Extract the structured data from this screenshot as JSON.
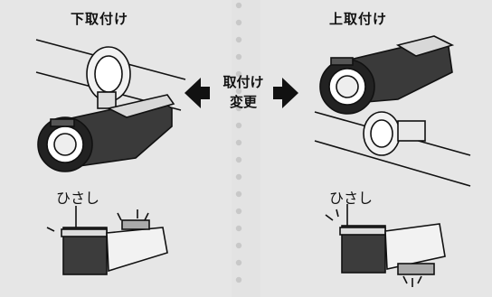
{
  "left": {
    "title": "下取付け",
    "visor_label": "ひさし"
  },
  "right": {
    "title": "上取付け",
    "visor_label": "ひさし"
  },
  "center": {
    "line1": "取付け",
    "line2": "変更"
  },
  "colors": {
    "background": "#e6e6e6",
    "divider_dots": "#c8c8c8",
    "ink": "#111111"
  }
}
